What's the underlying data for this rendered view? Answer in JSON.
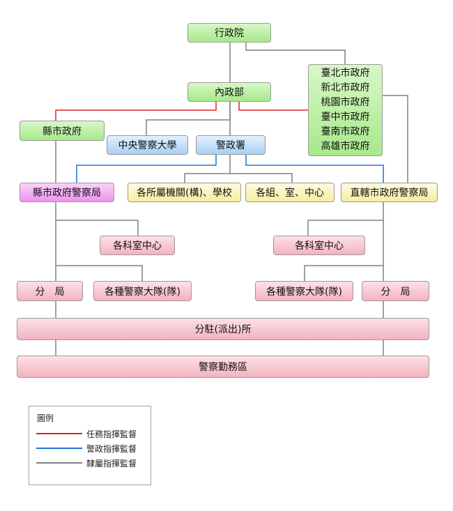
{
  "nodes": {
    "executive_yuan": "行政院",
    "interior_ministry": "內政部",
    "municipal_govts": [
      "臺北市政府",
      "新北市政府",
      "桃園市政府",
      "臺中市政府",
      "臺南市政府",
      "高雄市政府"
    ],
    "county_govt": "縣市政府",
    "police_university": "中央警察大學",
    "npa": "警政署",
    "county_police_bureau": "縣市政府警察局",
    "affiliated_agencies": "各所屬機關(構)、學校",
    "groups_offices_centers": "各組、室、中心",
    "municipal_police_bureau": "直轄市政府警察局",
    "sections_left": "各科室中心",
    "sections_right": "各科室中心",
    "precinct_left": "分　局",
    "special_units_left": "各種警察大隊(隊)",
    "special_units_right": "各種警察大隊(隊)",
    "precinct_right": "分　局",
    "stations": "分駐(派出)所",
    "patrol_areas": "警察勤務區"
  },
  "legend": {
    "title": "圖例",
    "items": [
      {
        "label": "任務指揮監督",
        "color": "#e02020"
      },
      {
        "label": "警政指揮監督",
        "color": "#1a73d9"
      },
      {
        "label": "隸屬指揮監督",
        "color": "#808080"
      }
    ]
  },
  "colors": {
    "green": "#a6e98a",
    "blue": "#a9d0f5",
    "yellow": "#f5ee9e",
    "magenta": "#ef92ef",
    "pink": "#f3b3bf"
  }
}
